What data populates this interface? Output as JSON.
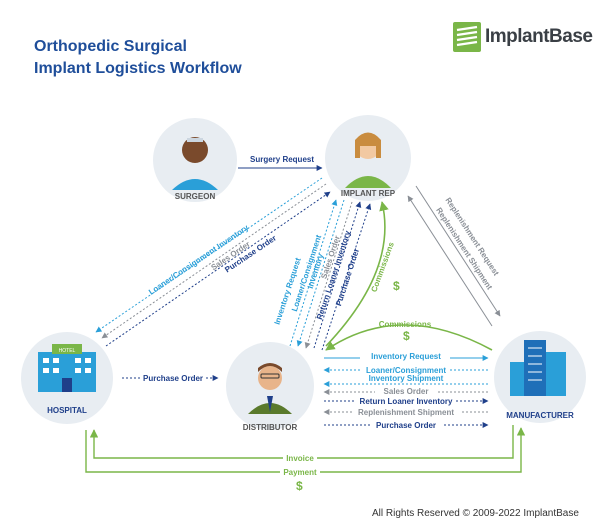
{
  "header": {
    "title_line1": "Orthopedic Surgical",
    "title_line2": "Implant Logistics Workflow",
    "logo_text": "ImplantBase"
  },
  "footer": {
    "text": "All Rights Reserved © 2009-2022 ImplantBase"
  },
  "nodes": {
    "surgeon": "SURGEON",
    "implant_rep": "IMPLANT REP",
    "hospital": "HOSPITAL",
    "distributor": "DISTRIBUTOR",
    "manufacturer": "MANUFACTURER"
  },
  "hospital_sign": "HOTEL",
  "edges": {
    "surgery_request": "Surgery Request",
    "rep_hosp_loaner": "Loaner/Consignment Inventory",
    "rep_hosp_sales": "Sales Order",
    "rep_hosp_po": "Purchase Order",
    "rep_dist_inv_request": "Inventory Request",
    "rep_dist_loaner": "Loaner/Consignment",
    "rep_dist_inventory": "Inventory",
    "rep_dist_sales": "Sales Order",
    "rep_dist_return": "Return Loaner Inventory",
    "rep_dist_po": "Purchase Order",
    "commissions_1": "Commissions",
    "commissions_2": "Commissions",
    "dollar": "$",
    "repl_request": "Replenishment Request",
    "repl_shipment": "Replenishment Shipment",
    "hosp_dist_po": "Purchase Order",
    "dm_inv_request": "Inventory Request",
    "dm_loaner": "Loaner/Consignment",
    "dm_inv_shipment": "Inventory Shipment",
    "dm_sales": "Sales Order",
    "dm_return": "Return Loaner Inventory",
    "dm_repl_shipment": "Replenishment Shipment",
    "dm_po": "Purchase Order",
    "invoice": "Invoice",
    "payment": "Payment"
  },
  "colors": {
    "title_blue": "#1f4e9a",
    "dark_blue": "#1f3f8a",
    "light_blue": "#2a9fd8",
    "gray": "#8a8f96",
    "green": "#7ab648",
    "circle": "#e8edf2"
  }
}
